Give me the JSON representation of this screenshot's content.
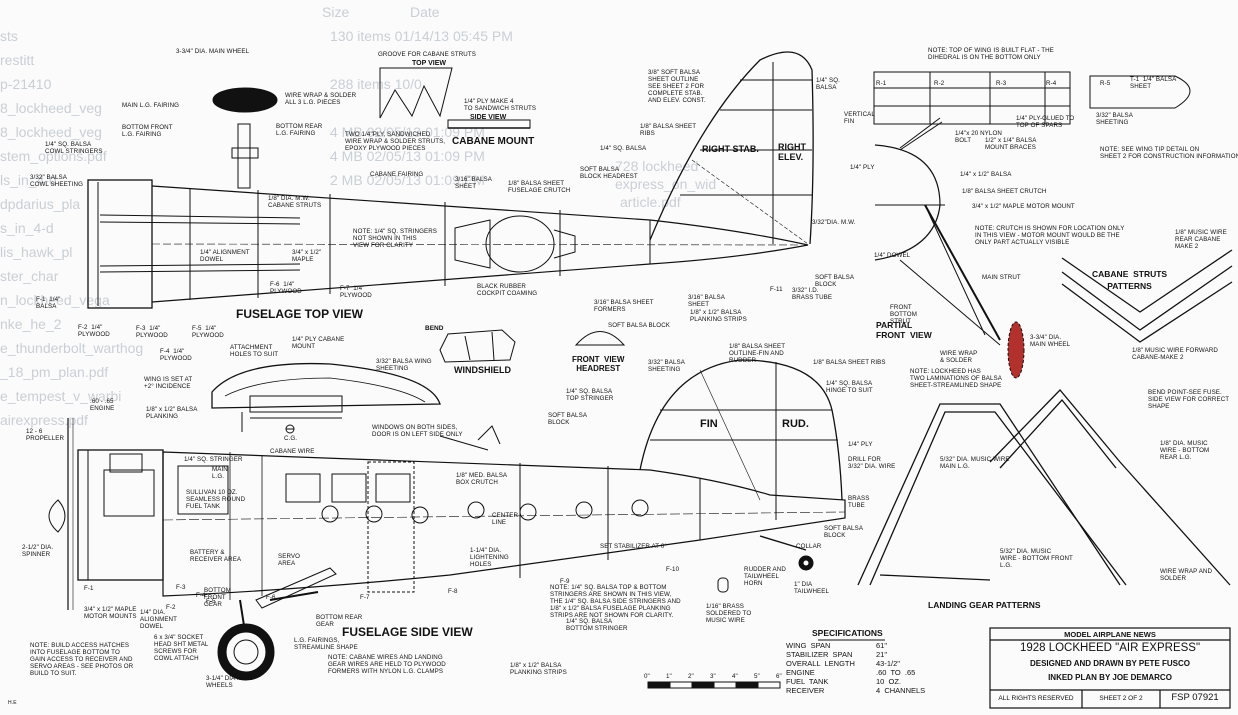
{
  "background_listing": {
    "rows": [
      "sts",
      "restitt",
      "p-21410",
      "8_lockheed_veg",
      "8_lockheed_veg",
      "stem_options.pdf",
      "ls_in_4-d",
      "dpdarius_pla",
      "s_in_4-d",
      "lis_hawk_pl",
      "ster_char",
      "n_lockheed_vega",
      "nke_he_2",
      "e_thunderbolt_warthog",
      "_18_pm_plan.pdf",
      "e_tempest_v_warbi",
      "airexpress.pdf"
    ],
    "headers": [
      "Size",
      "Date"
    ],
    "entries": [
      "130 items  01/14/13 05:45 PM",
      "288 items  10/0",
      "4 MB  02/05/13 01:09 PM",
      "4 MB  02/05/13 01:09 PM",
      "2 MB  02/05/13 01:09 PM",
      "728 lockheed",
      "express_on_wid",
      "article.pdf"
    ]
  },
  "views": {
    "fuselage_top": "FUSELAGE  TOP  VIEW",
    "fuselage_side": "FUSELAGE  SIDE  VIEW",
    "cabane_mount": "CABANE  MOUNT",
    "side_view": "SIDE  VIEW",
    "top_view": "TOP  VIEW",
    "right_stab": "RIGHT  STAB.",
    "right_elev": "RIGHT\nELEV.",
    "windshield": "WINDSHIELD",
    "bend": "BEND",
    "front_view_headrest": "FRONT  VIEW\nHEADREST",
    "partial_front_view": "PARTIAL\nFRONT  VIEW",
    "cabane_struts_patterns": "CABANE  STRUTS\nPATTERNS",
    "landing_gear_patterns": "LANDING  GEAR  PATTERNS",
    "fin": "FIN",
    "rud": "RUD."
  },
  "labels": {
    "l1": "3-3/4\" DIA. MAIN WHEEL",
    "l2": "GROOVE FOR CABANE STRUTS",
    "l3": "MAIN L.G. FAIRING",
    "l4": "WIRE WRAP & SOLDER\nALL 3 L.G. PIECES",
    "l5": "BOTTOM FRONT\nL.G. FAIRING",
    "l6": "BOTTOM REAR\nL.G. FAIRING",
    "l7": "TWO 1/4\"PLY, SANDWICHED\nWIRE WRAP & SOLDER STRUTS,\nEPOXY PLYWOOD PIECES",
    "l8": "1/4\" SQ. BALSA\nCOWL STRINGERS",
    "l9": "3/32\" BALSA\nCOWL SHEETING",
    "l10": "CABANE FAIRING",
    "l11": "1/8\" DIA. M.W.\nCABANE STRUTS",
    "l12": "3/16\" BALSA\nSHEET",
    "l13": "1/8\" BALSA SHEET\nFUSELAGE CRUTCH",
    "l14": "NOTE: 1/4\" SQ. STRINGERS\nNOT SHOWN IN THIS\nVIEW FOR CLARITY",
    "l15": "1/4\" ALIGNMENT\nDOWEL",
    "l16": "3/4\" x 1/2\"\nMAPLE",
    "l17": "F-6  1/4\"\nPLYWOOD",
    "l18": "F-7  1/4\"\nPLYWOOD",
    "l19": "F-1  1/4\"\nBALSA",
    "l20": "F-2  1/4\"\nPLYWOOD",
    "l21": "F-3  1/4\"\nPLYWOOD",
    "l22": "F-4  1/4\"\nPLYWOOD",
    "l23": "F-5  1/4\"\nPLYWOOD",
    "l24": "BLACK RUBBER\nCOCKPIT COAMING",
    "l25": "3/16\" BALSA SHEET\nFORMERS",
    "l26": "SOFT BALSA\nBLOCK HEADREST",
    "l27": "3/8\" SOFT BALSA\nSHEET OUTLINE\nSEE SHEET 2 FOR\nCOMPLETE STAB.\nAND ELEV. CONST.",
    "l28": "1/4\" SQ.\nBALSA",
    "l29": "1/4\" PLY MAKE 4\nTO SANDWICH STRUTS",
    "l30": "1/8\" BALSA SHEET\nRIBS",
    "l31": "1/4\" SQ. BALSA",
    "l32": "1/4\" PLY",
    "l33": "3/32\"DIA. M.W.",
    "l34": "SOFT BALSA\nBLOCK",
    "l35": "3/32\" I.D.\nBRASS TUBE",
    "l36": "3/16\" BALSA\nSHEET",
    "l37": "1/8\" x 1/2\" BALSA\nPLANKING STRIPS",
    "l38": "SOFT BALSA BLOCK",
    "l39": "NOTE: TOP OF WING IS BUILT FLAT - THE\nDIHEDRAL IS ON THE BOTTOM ONLY",
    "l40": "T-1  1/4\" BALSA\nSHEET",
    "l41": "3/32\" BALSA\nSHEETING",
    "l42": "1/4\" PLY-GLUED TO\nTOP OF SPARS",
    "l43": "1/4\"x 20 NYLON\nBOLT",
    "l44": "1/2\" x 1/4\" BALSA\nMOUNT BRACES",
    "l45": "NOTE: SEE WING TIP DETAIL ON\nSHEET 2 FOR CONSTRUCTION INFORMATION",
    "l46": "VERTICAL\nFIN",
    "l47": "1/4\" x 1/2\" BALSA",
    "l48": "1/8\" BALSA SHEET CRUTCH",
    "l49": "3/4\" x 1/2\" MAPLE MOTOR MOUNT",
    "l50": "NOTE: CRUTCH IS SHOWN FOR LOCATION ONLY\nIN THIS VIEW - MOTOR MOUNT WOULD BE THE\nONLY PART ACTUALLY VISIBLE",
    "l51": "1/4\" DOWEL",
    "l52": "MAIN STRUT",
    "l53": "FRONT\nBOTTOM\nSTRUT",
    "l54": "WIRE WRAP\n& SOLDER",
    "l55": "3-3/4\" DIA.\nMAIN WHEEL",
    "l56": "NOTE: LOCKHEED HAS\nTWO LAMINATIONS OF BALSA\nSHEET-STREAMLINED SHAPE",
    "l57": "1/8\" MUSIC WIRE\nREAR CABANE\nMAKE 2",
    "l58": "1/8\" MUSIC WIRE FORWARD\nCABANE-MAKE 2",
    "l59": "BEND POINT-SEE FUSE.\nSIDE VIEW FOR CORRECT\nSHAPE",
    "l60": "1/8\" DIA. MUSIC\nWIRE - BOTTOM\nREAR L.G.",
    "l61": "5/32\" DIA. MUSIC WIRE\nMAIN L.G.",
    "l62": "5/32\" DIA. MUSIC\nWIRE - BOTTOM FRONT\nL.G.",
    "l63": "WIRE WRAP AND\nSOLDER",
    "l64": "1/4\" PLY CABANE\nMOUNT",
    "l65": "ATTACHMENT\nHOLES TO SUIT",
    "l66": "3/32\" BALSA WING\nSHEETING",
    "l67": "WING IS SET AT\n+2° INCIDENCE",
    "l68": ".60 - .65\nENGINE",
    "l69": "1/8\" x 1/2\" BALSA\nPLANKING",
    "l70": "12 - 6\nPROPELLER",
    "l71": "1/4\" SQ. STRINGER",
    "l72": "CABANE WIRE",
    "l73": "MAIN\nL.G.",
    "l74": "SULLIVAN 10 OZ.\nSEAMLESS ROUND\nFUEL TANK",
    "l75": "WINDOWS ON BOTH SIDES,\nDOOR IS ON LEFT SIDE ONLY",
    "l76": "1/8\" MED. BALSA\nBOX CRUTCH",
    "l77": "CENTER\nLINE",
    "l78": "1-1/4\" DIA.\nLIGHTENING\nHOLES",
    "l79": "3/32\" BALSA\nSHEETING",
    "l80": "1/4\" SQ. BALSA\nTOP STRINGER",
    "l81": "SOFT BALSA\nBLOCK",
    "l82": "1/8\" BALSA SHEET\nOUTLINE-FIN AND\nRUDDER",
    "l83": "1/8\" BALSA SHEET RIBS",
    "l84": "1/4\" SQ. BALSA\nHINGE TO SUIT",
    "l85": "1/4\" PLY",
    "l86": "DRILL FOR\n3/32\" DIA. WIRE",
    "l87": "BRASS\nTUBE",
    "l88": "SOFT BALSA\nBLOCK",
    "l89": "COLLAR",
    "l90": "RUDDER AND\nTAILWHEEL\nHORN",
    "l91": "1\" DIA\nTAILWHEEL",
    "l92": "1/16\" BRASS\nSOLDERED TO\nMUSIC WIRE",
    "l93": "SET STABILIZER AT 0°",
    "l94": "NOTE: 1/4\" SQ. BALSA TOP & BOTTOM\nSTRINGERS ARE SHOWN IN THIS VIEW,\nTHE 1/4\" SQ. BALSA SIDE STRINGERS AND\n1/8\" x 1/2\" BALSA FUSELAGE PLANKING\nSTRIPS ARE NOT SHOWN FOR CLARITY.",
    "l95": "1/4\" SQ. BALSA\nBOTTOM STRINGER",
    "l96": "1/8\" x 1/2\" BALSA\nPLANKING STRIPS",
    "l97": "NOTE: CABANE WIRES AND LANDING\nGEAR WIRES ARE HELD TO PLYWOOD\nFORMERS WITH NYLON L.G. CLAMPS",
    "l98": "L.G. FAIRINGS,\nSTREAMLINE SHAPE",
    "l99": "BOTTOM REAR\nGEAR",
    "l100": "6 x 3/4\" SOCKET\nHEAD SHT METAL\nSCREWS FOR\nCOWL ATTACH",
    "l101": "3-1/4\" DIA MAIN\nWHEELS",
    "l102": "NOTE: BUILD ACCESS HATCHES\nINTO FUSELAGE BOTTOM TO\nGAIN ACCESS TO RECEIVER AND\nSERVO AREAS - SEE PHOTOS OR\nBUILD TO SUIT.",
    "l103": "BATTERY &\nRECEIVER AREA",
    "l104": "SERVO\nAREA",
    "l105": "BOTTOM\nFRONT\nGEAR",
    "l106": "3/4\" x 1/2\" MAPLE\nMOTOR MOUNTS",
    "l107": "1/4\" DIA.\nALIGNMENT\nDOWEL",
    "l108": "2-1/2\" DIA.\nSPINNER",
    "l109": "C.G."
  },
  "formers": [
    "F-1",
    "F-2",
    "F-3",
    "F-4",
    "F-5",
    "F-6",
    "F-7",
    "F-8",
    "F-9",
    "F-10",
    "F-11",
    "R-1",
    "R-2",
    "R-3",
    "R-4",
    "R-5"
  ],
  "specifications": {
    "title": "SPECIFICATIONS",
    "rows": [
      {
        "k": "WING  SPAN",
        "v": "61\""
      },
      {
        "k": "STABILIZER  SPAN",
        "v": "21\""
      },
      {
        "k": "OVERALL  LENGTH",
        "v": "43-1/2\""
      },
      {
        "k": "ENGINE",
        "v": ".60  TO  .65"
      },
      {
        "k": "FUEL  TANK",
        "v": "10  OZ."
      },
      {
        "k": "RECEIVER",
        "v": "4  CHANNELS"
      }
    ]
  },
  "scale_ticks": [
    "0\"",
    "1\"",
    "2\"",
    "3\"",
    "4\"",
    "5\"",
    "6\""
  ],
  "title_block": {
    "publisher": "MODEL  AIRPLANE  NEWS",
    "title": "1928  LOCKHEED  \"AIR  EXPRESS\"",
    "designed": "DESIGNED  AND  DRAWN  BY  PETE  FUSCO",
    "inked": "INKED  PLAN  BY  JOE  DEMARCO",
    "rights": "ALL  RIGHTS  RESERVED",
    "sheet": "SHEET  2  OF  2",
    "number": "FSP  07921"
  },
  "initials": "H.E"
}
